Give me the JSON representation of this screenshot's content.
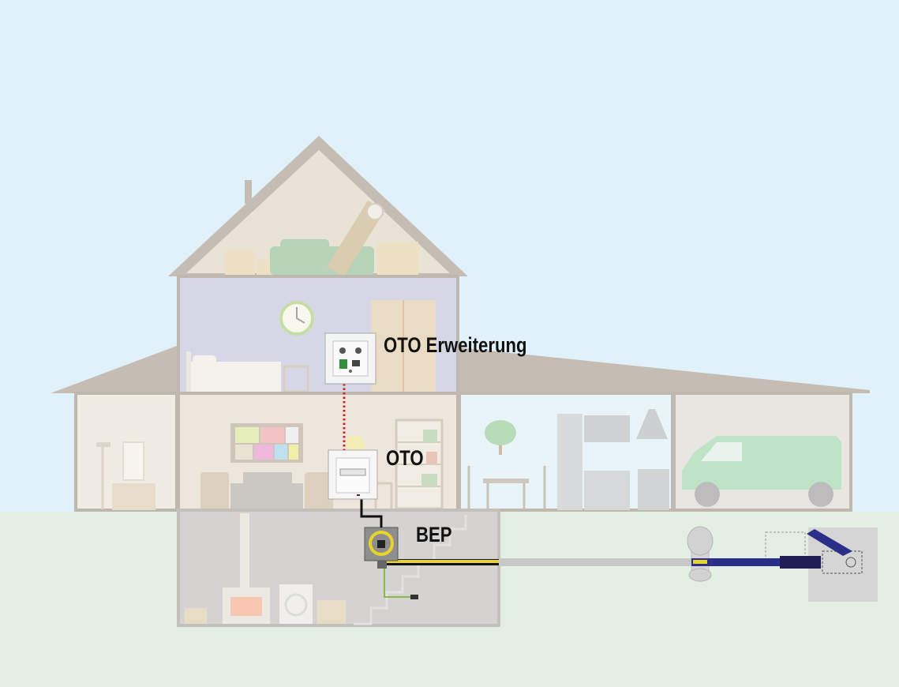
{
  "labels": {
    "oto_erweiterung": "OTO Erweiterung",
    "oto": "OTO",
    "bep": "BEP"
  },
  "colors": {
    "sky": "#e0f1fa",
    "ground": "#e4eee5",
    "fiber_cable": "#e9d32b",
    "patch_cable": "#d8202a",
    "street_duct": "#2b2f88",
    "house_wall": "#b9b2aa",
    "van": "#bfe3c6"
  }
}
